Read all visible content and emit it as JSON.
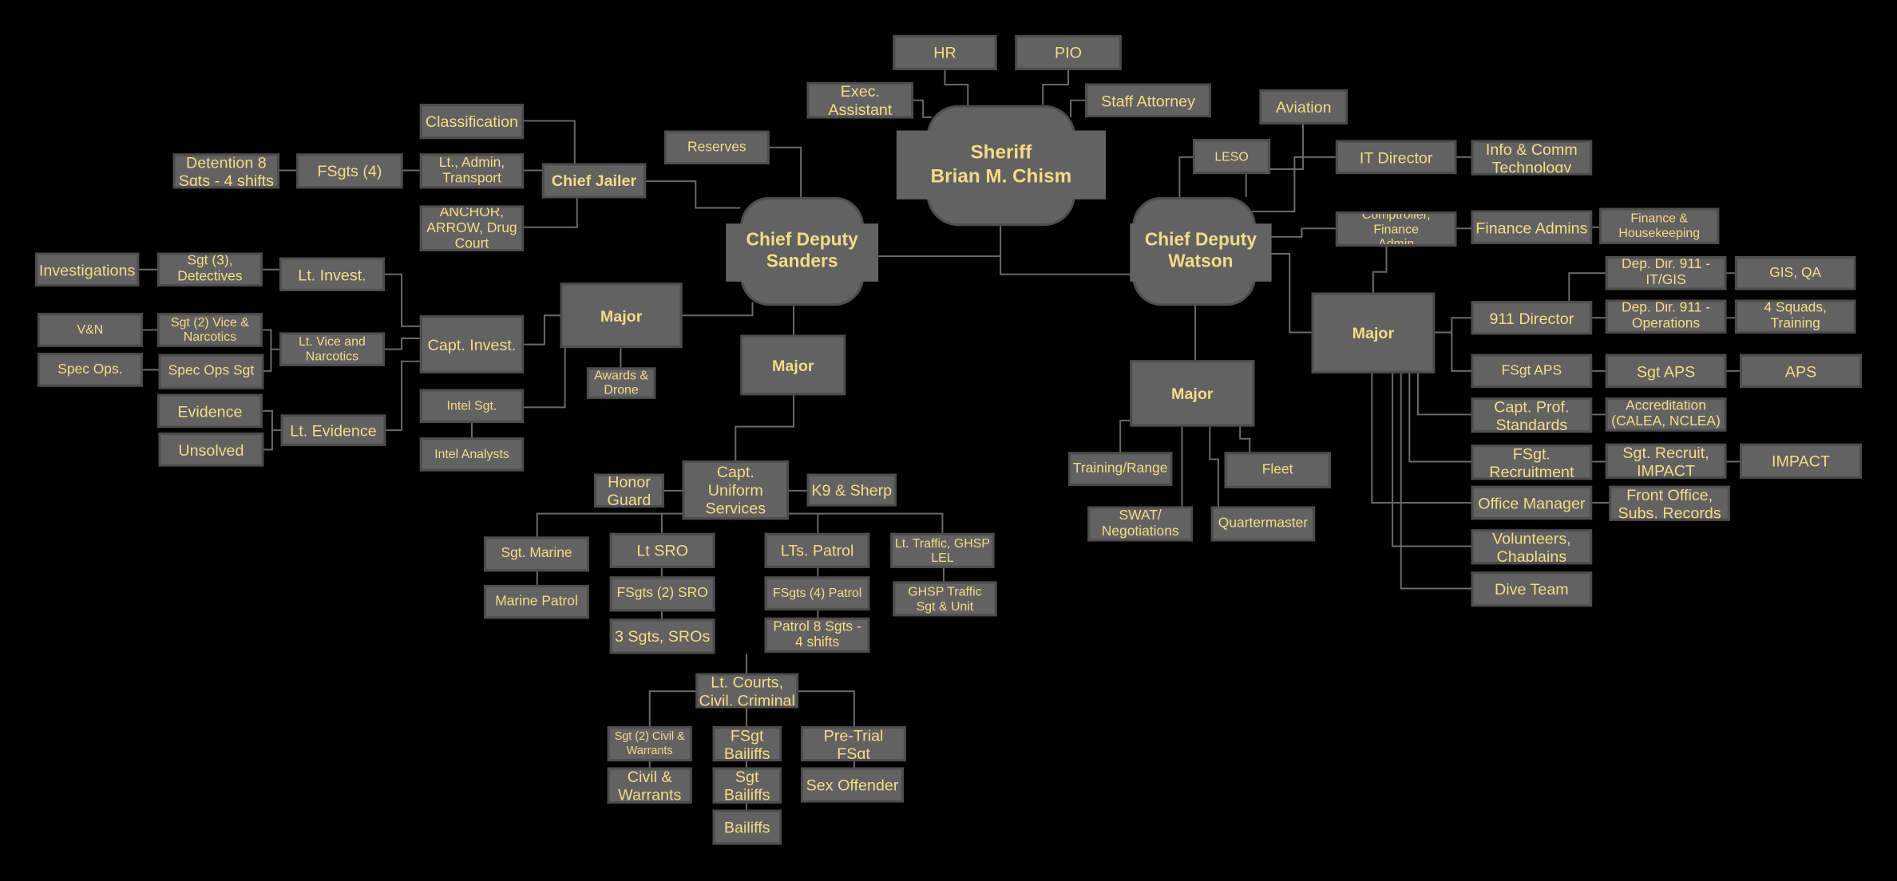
{
  "colors": {
    "background": "#000000",
    "box": "#626262",
    "text": "#f6db84",
    "line": "#6a6a6a"
  },
  "top": {
    "sheriff": "Sheriff\nBrian M. Chism",
    "hr": "HR",
    "pio": "PIO",
    "exec": "Exec.\nAssistant",
    "attorney": "Staff Attorney"
  },
  "sanders": {
    "title": "Chief Deputy\nSanders",
    "reserves": "Reserves",
    "chief_jailer": "Chief Jailer",
    "classification": "Classification",
    "lt_admin": "Lt., Admin,\nTransport",
    "fsgts": "FSgts (4)",
    "detention": "Detention 8\nSgts - 4 shifts",
    "anchor": "ANCHOR,\nARROW, Drug\nCourt",
    "major_left": "Major",
    "awards": "Awards &\nDrone",
    "capt_invest": "Capt. Invest.",
    "intel_sgt": "Intel Sgt.",
    "intel_analysts": "Intel Analysts",
    "lt_invest": "Lt. Invest.",
    "sgt_detectives": "Sgt (3),\nDetectives",
    "investigations": "Investigations",
    "lt_vice": "Lt. Vice and\nNarcotics",
    "sgt_vice": "Sgt (2) Vice &\nNarcotics",
    "vn": "V&N",
    "spec_ops_sgt": "Spec Ops Sgt",
    "spec_ops": "Spec Ops.",
    "lt_evidence": "Lt. Evidence",
    "evidence": "Evidence",
    "unsolved": "Unsolved",
    "major_center": "Major",
    "capt_uniform": "Capt.\nUniform\nServices",
    "honor_guard": "Honor\nGuard",
    "k9": "K9 & Sherp",
    "sgt_marine": "Sgt. Marine",
    "marine_patrol": "Marine Patrol",
    "lt_sro": "Lt SRO",
    "fsgts_sro": "FSgts (2) SRO",
    "sgts_sro": "3 Sgts, SROs",
    "lts_patrol": "LTs. Patrol",
    "fsgts_patrol": "FSgts (4) Patrol",
    "patrol_sgts": "Patrol 8 Sgts -\n4 shifts",
    "lt_traffic": "Lt. Traffic, GHSP\nLEL",
    "ghsp": "GHSP Traffic\nSgt & Unit",
    "lt_courts": "Lt. Courts,\nCivil, Criminal",
    "sgt_civil": "Sgt (2) Civil &\nWarrants",
    "civil_warrants": "Civil &\nWarrants",
    "fsgt_bailiffs": "FSgt\nBailiffs",
    "sgt_bailiffs": "Sgt\nBailiffs",
    "bailiffs": "Bailiffs",
    "pretrial": "Pre-Trial\nFSgt",
    "sex_offender": "Sex Offender"
  },
  "watson": {
    "title": "Chief Deputy\nWatson",
    "aviation": "Aviation",
    "leso": "LESO",
    "it_director": "IT Director",
    "info_comm": "Info & Comm\nTechnology",
    "comptroller": "Comptroller, Finance\nAdmin",
    "finance_admins": "Finance Admins",
    "finance_housekeeping": "Finance &\nHousekeeping",
    "major_bottom": "Major",
    "training": "Training/Range",
    "fleet": "Fleet",
    "swat": "SWAT/\nNegotiations",
    "quartermaster": "Quartermaster",
    "major_right": "Major",
    "dir_911": "911 Director",
    "dep_itgis": "Dep. Dir. 911 -\nIT/GIS",
    "gis_qa": "GIS, QA",
    "dep_ops": "Dep. Dir. 911 -\nOperations",
    "squads": "4 Squads,\nTraining",
    "fsgt_aps": "FSgt APS",
    "sgt_aps": "Sgt APS",
    "aps": "APS",
    "capt_prof": "Capt. Prof.\nStandards",
    "accreditation": "Accreditation\n(CALEA, NCLEA)",
    "fsgt_recruit": "FSgt.\nRecruitment",
    "sgt_recruit": "Sgt. Recruit,\nIMPACT",
    "impact": "IMPACT",
    "office_manager": "Office Manager",
    "front_office": "Front Office,\nSubs, Records",
    "volunteers": "Volunteers,\nChaplains",
    "dive_team": "Dive Team"
  }
}
